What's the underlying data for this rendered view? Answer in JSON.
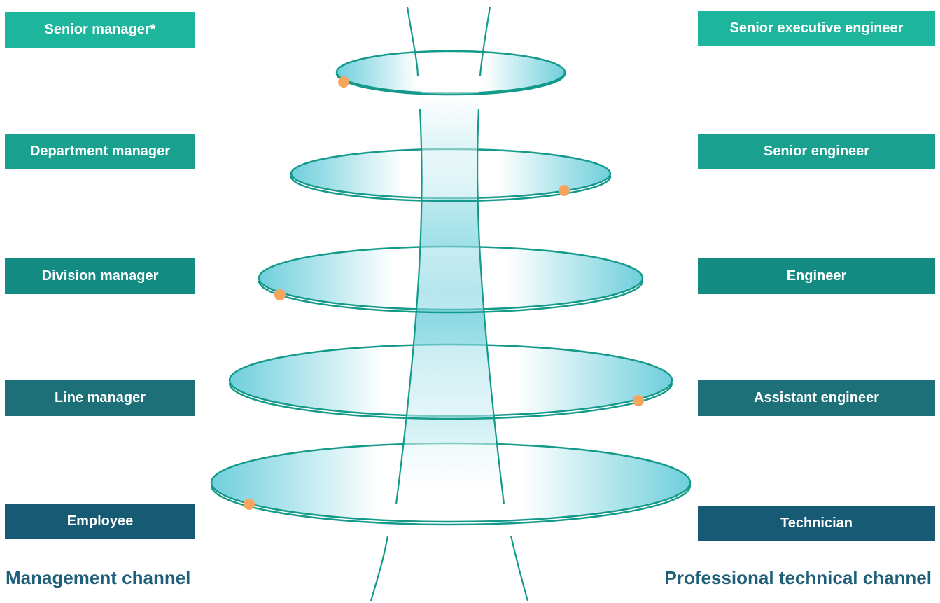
{
  "management": {
    "channel_label": "Management channel",
    "levels": [
      {
        "label": "Senior manager*",
        "color": "#1db59b"
      },
      {
        "label": "Department manager",
        "color": "#1aa08f"
      },
      {
        "label": "Division manager",
        "color": "#138a82"
      },
      {
        "label": "Line manager",
        "color": "#1d6f78"
      },
      {
        "label": "Employee",
        "color": "#175a73"
      }
    ]
  },
  "technical": {
    "channel_label": "Professional technical channel",
    "levels": [
      {
        "label": "Senior executive engineer",
        "color": "#1db59b"
      },
      {
        "label": "Senior engineer",
        "color": "#1aa08f"
      },
      {
        "label": "Engineer",
        "color": "#138a82"
      },
      {
        "label": "Assistant engineer",
        "color": "#1d6f78"
      },
      {
        "label": "Technician",
        "color": "#175a73"
      }
    ]
  },
  "colors": {
    "ring_stroke": "#149a8a",
    "ring_fill": "#6fcfdc",
    "marker": "#f6a55f",
    "channel_text": "#1f5f7a"
  }
}
